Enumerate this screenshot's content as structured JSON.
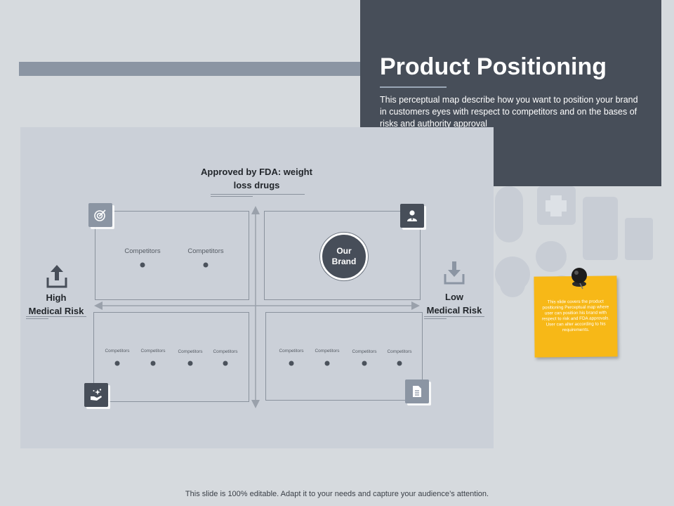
{
  "slide": {
    "title": "Product Positioning",
    "subtitle": "This perceptual map describe how you want to position your brand in customers eyes with respect to competitors and on the bases of risks and authority approval",
    "footer": "This slide is 100% editable. Adapt it to your needs and capture your audience’s attention."
  },
  "map": {
    "top_axis_label_line1": "Approved by FDA: weight",
    "top_axis_label_line2": "loss drugs",
    "left_axis_label_line1": "High",
    "left_axis_label_line2": "Medical Risk",
    "right_axis_label_line1": "Low",
    "right_axis_label_line2": "Medical Risk",
    "our_brand_line1": "Our",
    "our_brand_line2": "Brand",
    "competitor_label": "Competitors",
    "quadrant_icons": {
      "top_left": "target-icon",
      "top_right": "user-icon",
      "bottom_left": "hand-sparkle-icon",
      "bottom_right": "document-icon"
    }
  },
  "note": {
    "text": "This slide covers the product positioning Perceptual map where user can position his brand with respect to risk and FDA approvals. User can alter according to his requirements."
  },
  "colors": {
    "background": "#d6dade",
    "dark_panel": "#474e59",
    "accent_bar": "#8b95a3",
    "sticky_note": "#f7b817"
  }
}
